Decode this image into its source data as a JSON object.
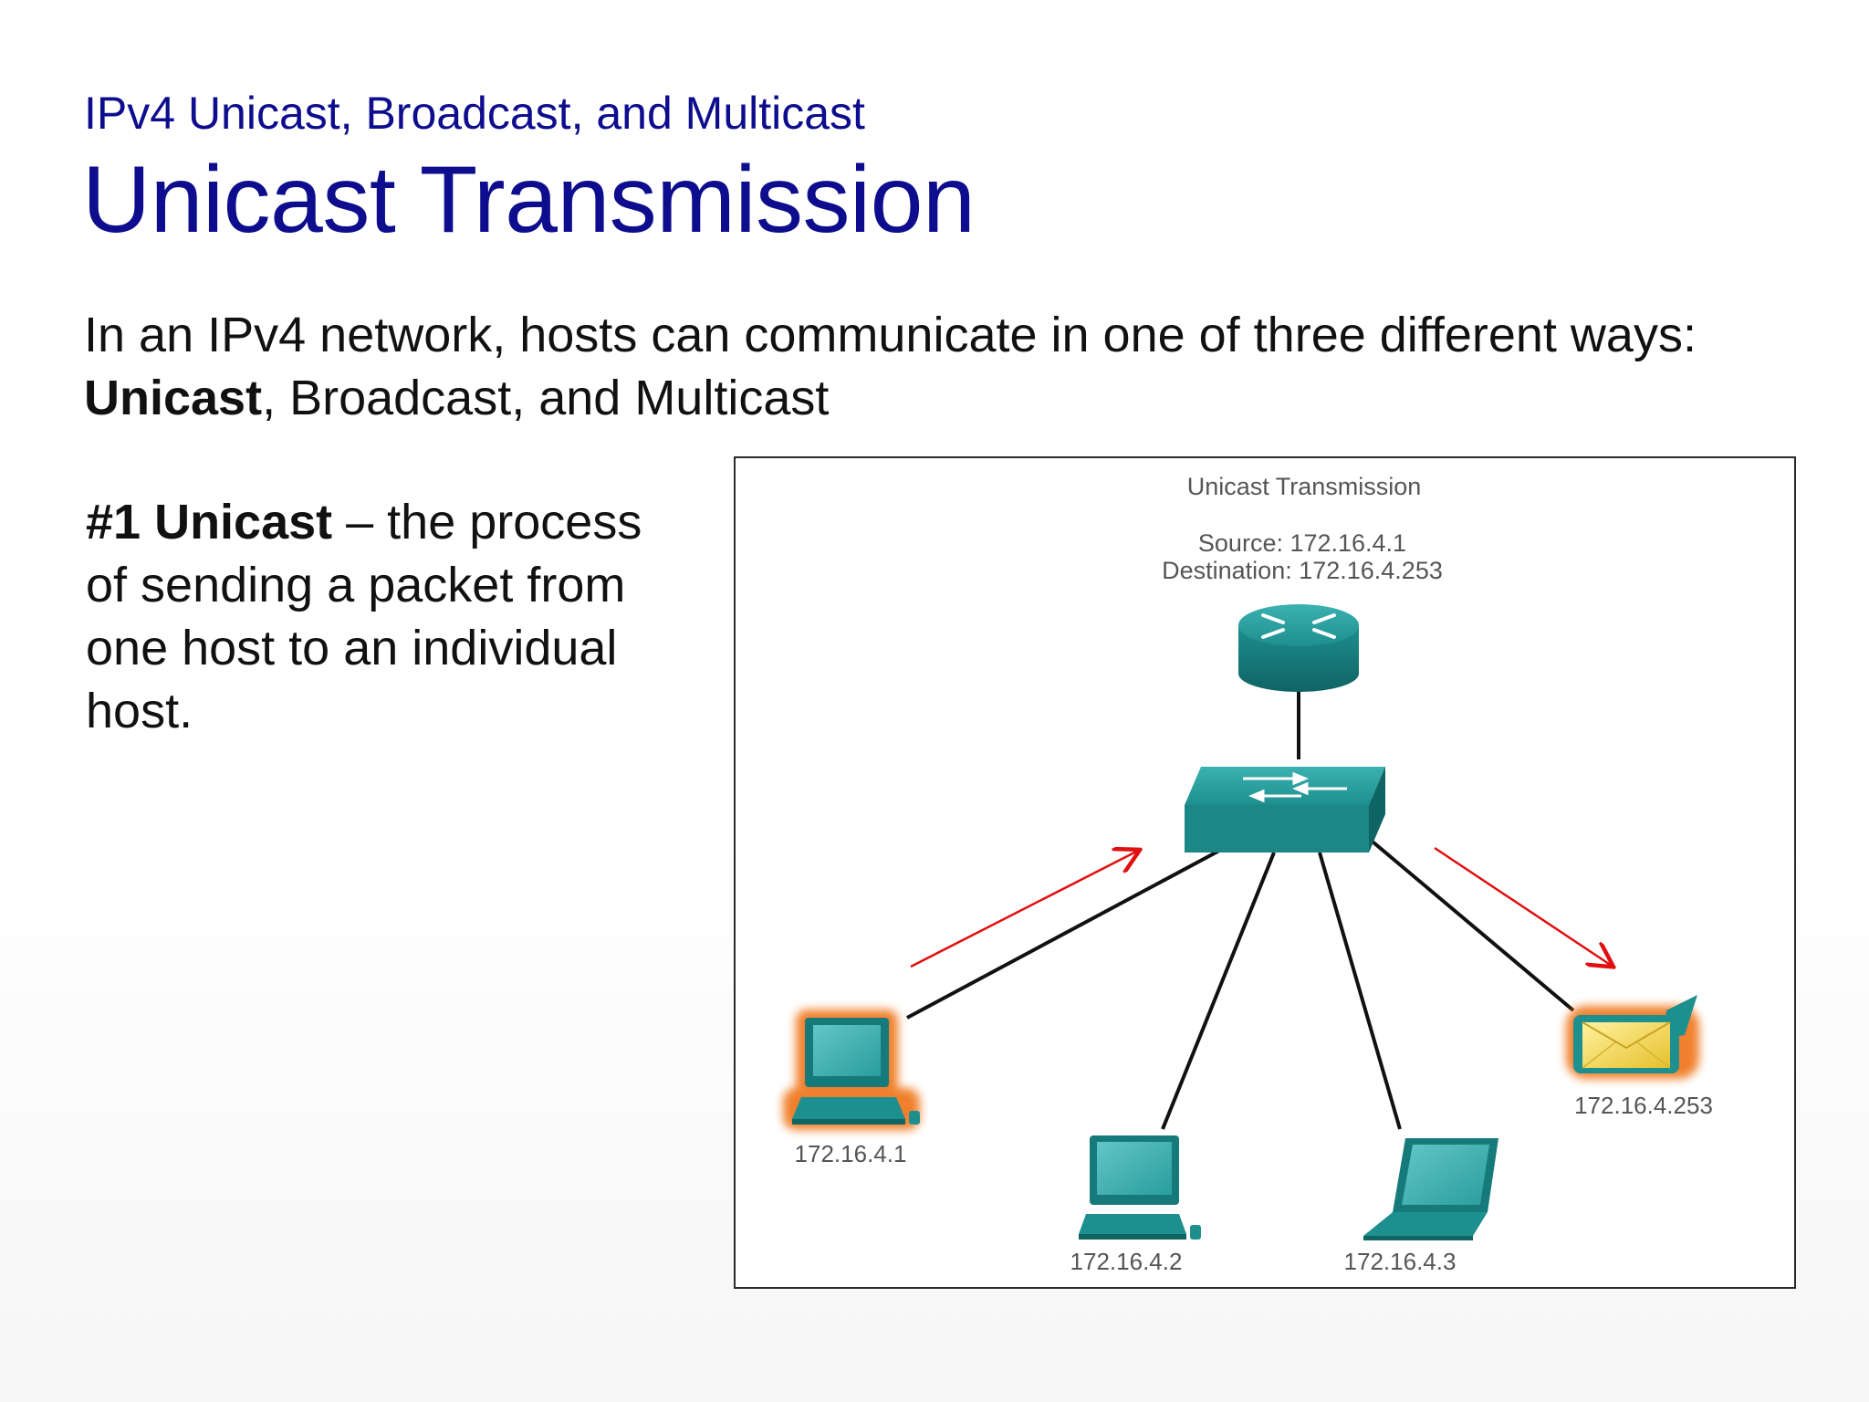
{
  "header": {
    "subtitle": "IPv4 Unicast, Broadcast, and Multicast",
    "title": "Unicast Transmission"
  },
  "intro": {
    "line1": "In an IPv4 network, hosts can communicate in one of three different ways:",
    "bold_term": "Unicast",
    "line2_rest": ", Broadcast, and Multicast"
  },
  "definition": {
    "bold_term": "#1 Unicast",
    "text": " – the process of sending a packet from one host to an individual host."
  },
  "diagram": {
    "title": "Unicast Transmission",
    "source_label": "Source: 172.16.4.1",
    "destination_label": "Destination: 172.16.4.253",
    "hosts": [
      {
        "ip": "172.16.4.1",
        "role": "source",
        "icon": "desktop-computer-icon"
      },
      {
        "ip": "172.16.4.2",
        "role": "idle",
        "icon": "desktop-computer-icon"
      },
      {
        "ip": "172.16.4.3",
        "role": "idle",
        "icon": "laptop-icon"
      },
      {
        "ip": "172.16.4.253",
        "role": "destination",
        "icon": "envelope-icon"
      }
    ],
    "colors": {
      "device": "#1e8f8f",
      "device_dark": "#126b6b",
      "highlight": "#f07a20",
      "arrow": "#e01010",
      "envelope": "#f2d548",
      "link": "#111111"
    }
  }
}
